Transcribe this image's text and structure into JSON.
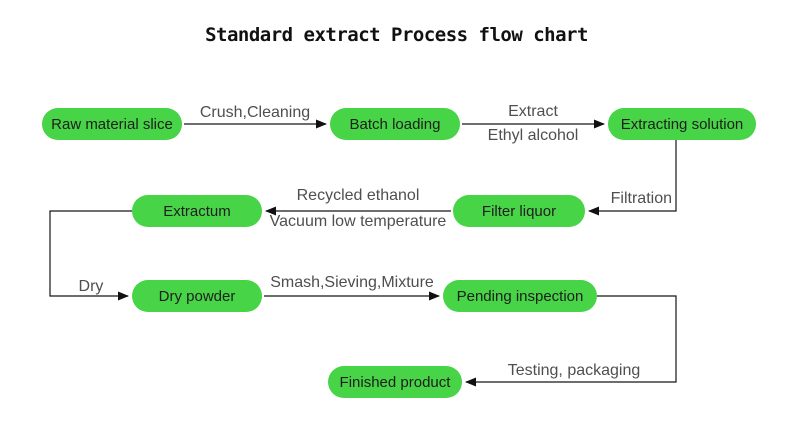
{
  "title": "Standard extract Process flow chart",
  "colors": {
    "background": "#ffffff",
    "node_fill": "#47d447",
    "node_text": "#1e1e1e",
    "edge_label_text": "#4f4f4f",
    "line": "#161616"
  },
  "nodes": [
    {
      "id": "raw-material-slice",
      "label": "Raw material slice"
    },
    {
      "id": "batch-loading",
      "label": "Batch loading"
    },
    {
      "id": "extracting-solution",
      "label": "Extracting solution"
    },
    {
      "id": "extractum",
      "label": "Extractum"
    },
    {
      "id": "filter-liquor",
      "label": "Filter liquor"
    },
    {
      "id": "dry-powder",
      "label": "Dry powder"
    },
    {
      "id": "pending-inspection",
      "label": "Pending inspection"
    },
    {
      "id": "finished-product",
      "label": "Finished product"
    }
  ],
  "edges": [
    {
      "from": "Raw material slice",
      "to": "Batch loading",
      "label": "Crush,Cleaning"
    },
    {
      "from": "Batch loading",
      "to": "Extracting solution",
      "label_above": "Extract",
      "label_below": "Ethyl alcohol"
    },
    {
      "from": "Extracting solution",
      "to": "Filter liquor",
      "label": "Filtration"
    },
    {
      "from": "Filter liquor",
      "to": "Extractum",
      "label_above": "Recycled ethanol",
      "label_below": "Vacuum low temperature"
    },
    {
      "from": "Extractum",
      "to": "Dry powder",
      "label": "Dry"
    },
    {
      "from": "Dry powder",
      "to": "Pending inspection",
      "label": "Smash,Sieving,Mixture"
    },
    {
      "from": "Pending inspection",
      "to": "Finished product",
      "label": "Testing, packaging"
    }
  ]
}
